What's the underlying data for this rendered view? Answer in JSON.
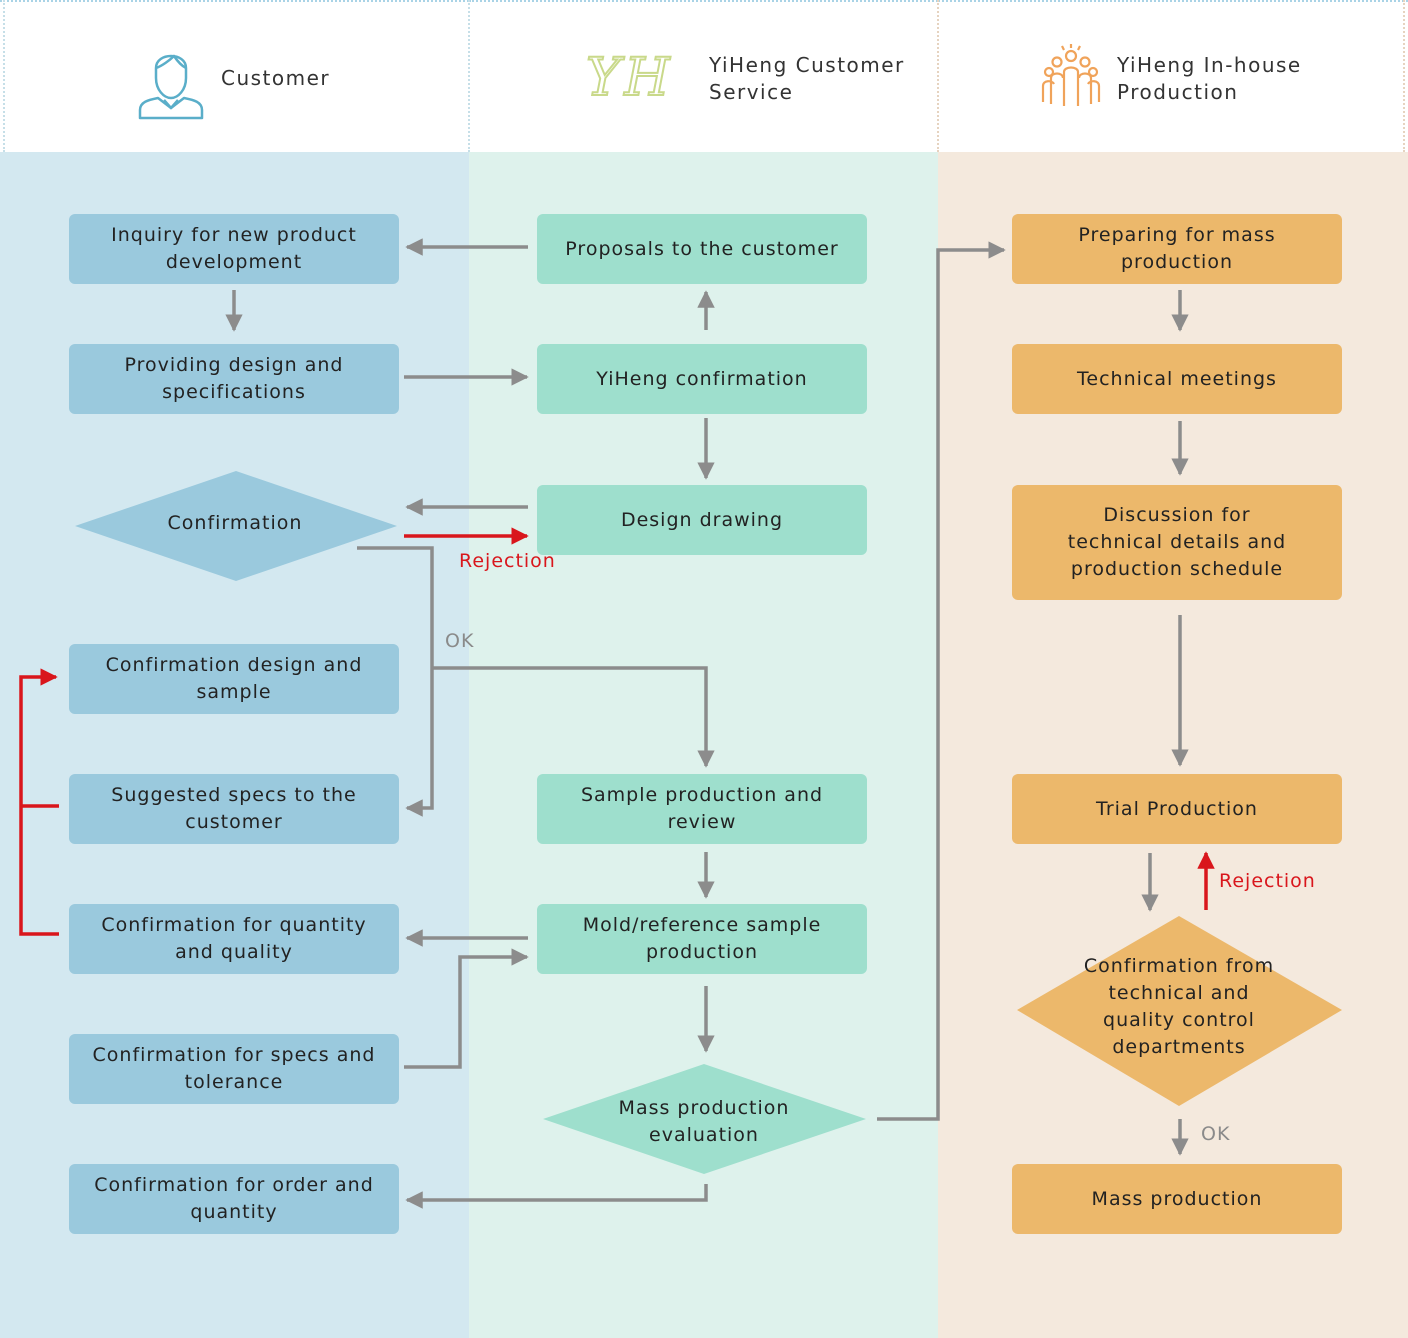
{
  "lanes": {
    "customer": "Customer",
    "service": "YiHeng Customer\nService",
    "production": "YiHeng In-house\nProduction",
    "logo_text": "YH"
  },
  "colors": {
    "customer_bg": "#d3e8f0",
    "service_bg": "#def2ec",
    "production_bg": "#f4e9dd",
    "customer_node": "#9ac9dd",
    "service_node": "#9edfcd",
    "production_node": "#ecb86b",
    "arrow": "#8c8c8c",
    "rejection": "#d9161c"
  },
  "icons": [
    "person-icon",
    "yh-logo",
    "team-icon"
  ],
  "customer_nodes": {
    "inquiry": "Inquiry for new product development",
    "design_specs": "Providing design and specifications",
    "confirmation": "Confirmation",
    "design_sample": "Confirmation design and sample",
    "suggested_specs": "Suggested specs to the customer",
    "quantity_quality": "Confirmation for quantity and quality",
    "specs_tolerance": "Confirmation for specs and tolerance",
    "order_quantity": "Confirmation for order and quantity"
  },
  "service_nodes": {
    "proposals": "Proposals to the customer",
    "yiheng_confirmation": "YiHeng confirmation",
    "design_drawing": "Design drawing",
    "sample_production": "Sample production and review",
    "mold_sample": "Mold/reference sample production",
    "mass_eval": "Mass production evaluation"
  },
  "production_nodes": {
    "preparing": "Preparing for mass production",
    "technical_meetings": "Technical meetings",
    "discussion": "Discussion for technical details and production schedule",
    "trial": "Trial Production",
    "qc_confirmation": "Confirmation from technical and quality control departments",
    "mass_production": "Mass production"
  },
  "labels": {
    "rejection_1": "Rejection",
    "ok_1": "OK",
    "rejection_2": "Rejection",
    "ok_2": "OK"
  }
}
